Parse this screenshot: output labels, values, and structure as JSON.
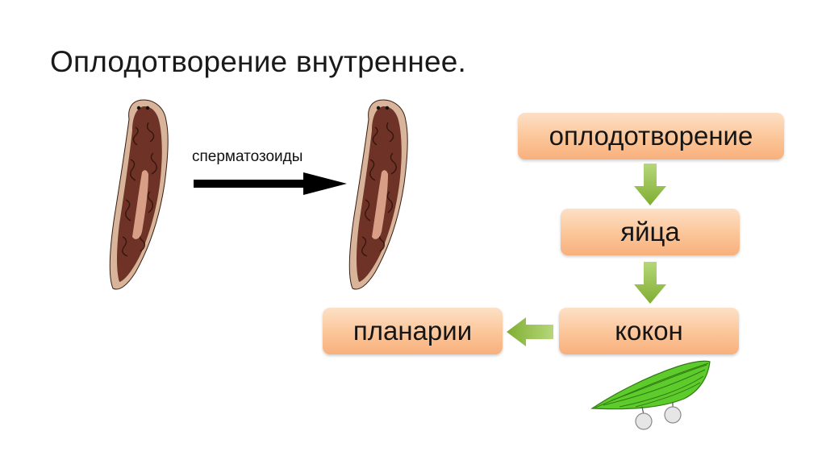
{
  "title": "Оплодотворение внутреннее.",
  "arrow_label": "сперматозоиды",
  "flow": {
    "fertilization": "оплодотворение",
    "eggs": "яйца",
    "cocoon": "кокон",
    "planaria": "планарии"
  },
  "colors": {
    "box_fill": "#fbc598",
    "arrow_green": "#8dbb3f",
    "worm_body": "#7a3a2a",
    "cocoon_leaf": "#5ecb2c"
  }
}
